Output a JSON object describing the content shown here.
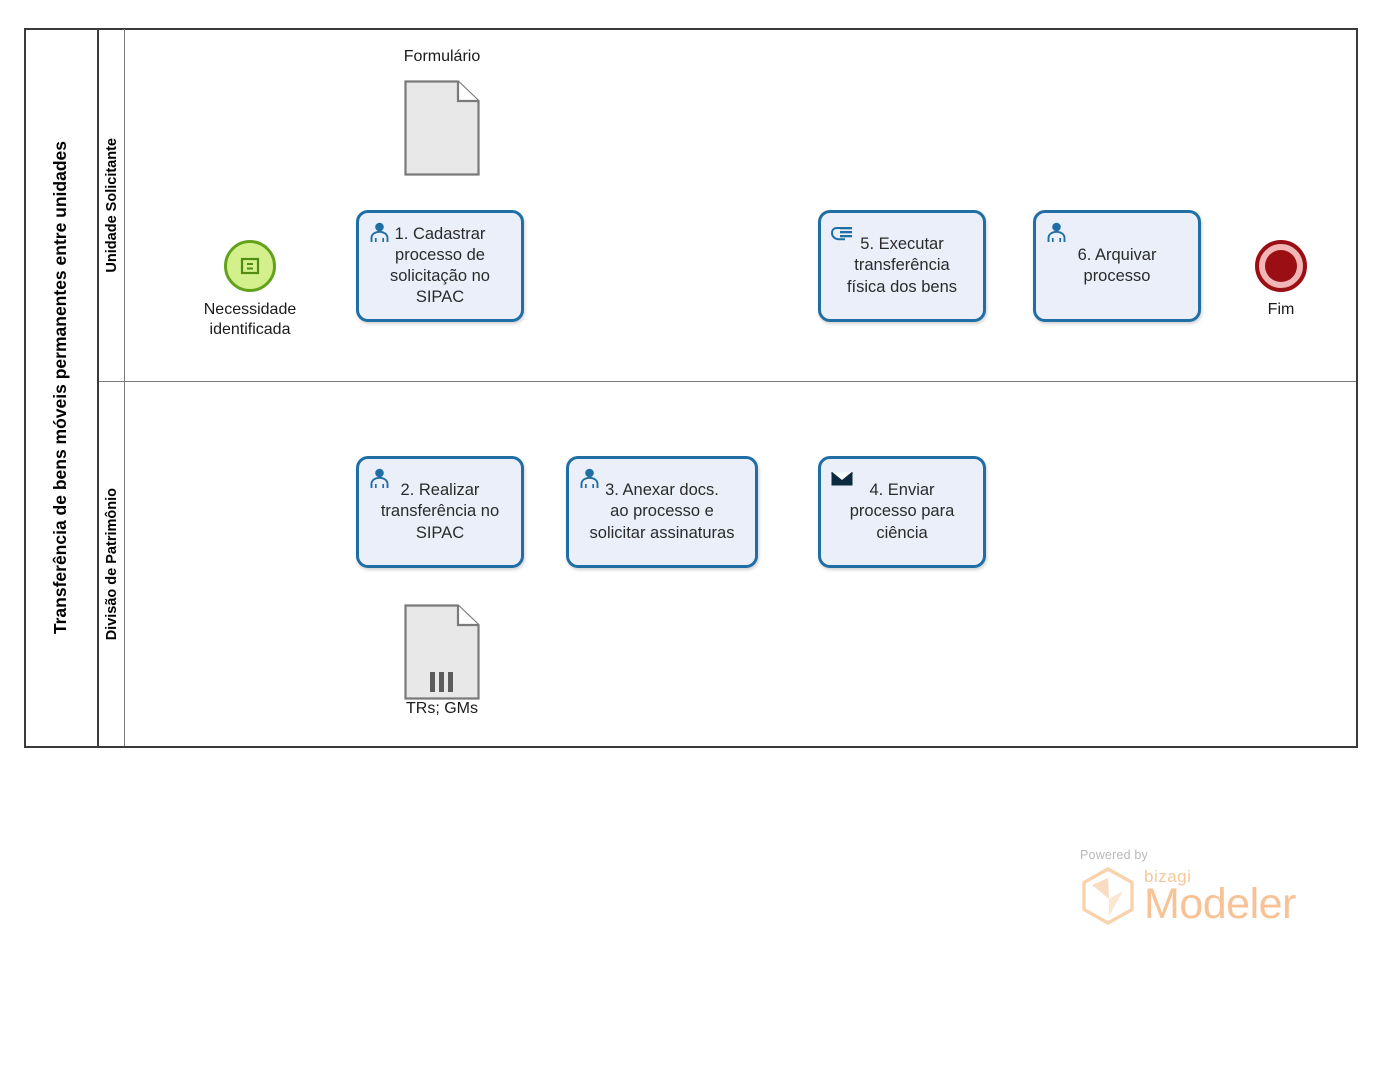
{
  "pool": {
    "title": "Transferência de bens móveis permanentes entre unidades"
  },
  "lanes": [
    {
      "label": "Unidade Solicitante"
    },
    {
      "label": "Divisão de Patrimônio"
    }
  ],
  "events": [
    {
      "id": "start",
      "label": "Necessidade identificada",
      "icon": "message-start-event-icon",
      "color": "#63a21c",
      "fill": "#d4f08c"
    },
    {
      "id": "end",
      "label": "Fim",
      "icon": "end-event-icon",
      "color": "#9b0f14",
      "fill": "#f2b6b6"
    }
  ],
  "tasks": [
    {
      "id": "task-1",
      "number": "1.",
      "label": "1. Cadastrar\nprocesso de\nsolicitação no\nSIPAC",
      "icon": "user-task-icon",
      "lane": "Unidade Solicitante"
    },
    {
      "id": "task-2",
      "number": "2.",
      "label": "2. Realizar\ntransferência no\nSIPAC",
      "icon": "user-task-icon",
      "lane": "Divisão de Patrimônio"
    },
    {
      "id": "task-3",
      "number": "3.",
      "label": "3. Anexar docs.\nao processo e\nsolicitar assinaturas",
      "icon": "user-task-icon",
      "lane": "Divisão de Patrimônio"
    },
    {
      "id": "task-4",
      "number": "4.",
      "label": "4. Enviar\nprocesso para\nciência",
      "icon": "send-task-envelope-icon",
      "lane": "Divisão de Patrimônio"
    },
    {
      "id": "task-5",
      "number": "5.",
      "label": "5. Executar\ntransferência\nfísica dos bens",
      "icon": "manual-task-hand-icon",
      "lane": "Unidade Solicitante"
    },
    {
      "id": "task-6",
      "number": "6.",
      "label": "6. Arquivar\nprocesso",
      "icon": "user-task-icon",
      "lane": "Unidade Solicitante"
    }
  ],
  "data_objects": [
    {
      "id": "data-formulario",
      "label": "Formulário",
      "icon": "document-icon",
      "collection": false
    },
    {
      "id": "data-trs-gms",
      "label": "TRs; GMs",
      "icon": "document-collection-icon",
      "collection": true
    }
  ],
  "colors": {
    "task_fill": "#eaeffa",
    "task_border": "#1f6fa5",
    "pool_border": "#3a3a3a",
    "lane_border": "#7a7a7a",
    "data_fill": "#e8e8e8",
    "data_border": "#7a7a7a",
    "flow": "#000000",
    "logo": "#f7c295"
  },
  "logo": {
    "powered_by": "Powered by",
    "brand": "bizagi",
    "product": "Modeler"
  }
}
